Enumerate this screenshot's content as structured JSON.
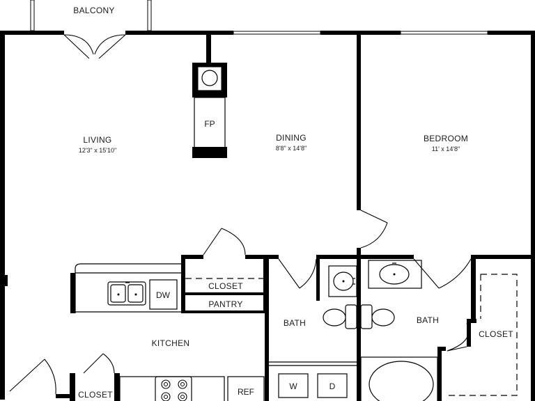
{
  "rooms": {
    "balcony": "BALCONY",
    "living": "LIVING",
    "living_dim": "12'3\" x 15'10\"",
    "dining": "DINING",
    "dining_dim": "8'8\" x 14'8\"",
    "bedroom": "BEDROOM",
    "bedroom_dim": "11' x 14'8\"",
    "kitchen": "KITCHEN",
    "bath_left": "BATH",
    "bath_right": "BATH"
  },
  "closets": {
    "hall": "CLOSET",
    "pantry": "PANTRY",
    "bedroom": "CLOSET",
    "kitchen": "CLOSET"
  },
  "fixtures": {
    "fireplace": "FP",
    "dishwasher": "DW",
    "washer": "W",
    "dryer": "D",
    "refrigerator": "REF"
  }
}
